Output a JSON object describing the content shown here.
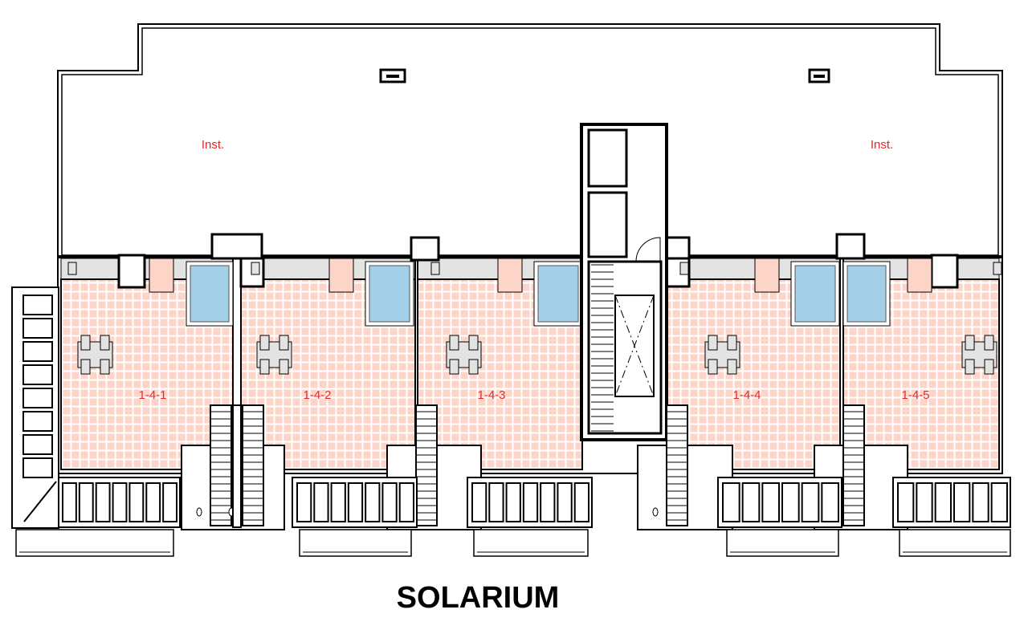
{
  "plan": {
    "title": "SOLARIUM",
    "roof_labels": [
      "Inst.",
      "Inst."
    ],
    "units": [
      "1-4-1",
      "1-4-2",
      "1-4-3",
      "1-4-4",
      "1-4-5"
    ]
  },
  "colors": {
    "tile": "#fdd5c8",
    "tile_grout": "#ffffff",
    "pool": "#a3cfe8",
    "strip": "#e3e3e3",
    "label": "#e8262a",
    "line": "#000000"
  }
}
